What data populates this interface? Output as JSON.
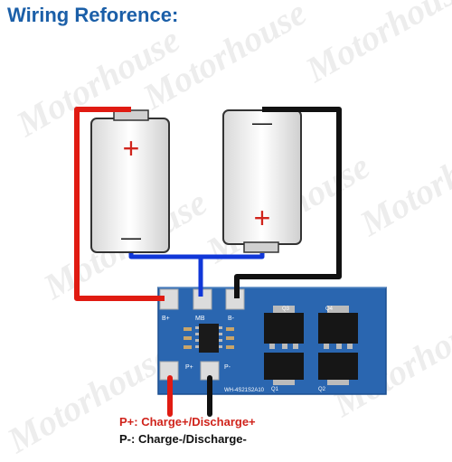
{
  "title": "Wiring Reforence:",
  "watermark": "Motorhouse",
  "battery_labels": {
    "plus_symbol": "+",
    "minus_symbol": "—"
  },
  "board": {
    "pads": {
      "b_plus": "B+",
      "b_mid": "MB",
      "b_minus": "B-",
      "p_plus": "P+",
      "p_minus": "P-"
    },
    "model_text": "WH-4S21S2A10",
    "mosfet_labels": [
      "Q3",
      "Q4",
      "Q1",
      "Q2"
    ]
  },
  "legend": {
    "p_plus": "P+: Charge+/Discharge+",
    "p_minus": "P-: Charge-/Discharge-"
  },
  "colors": {
    "title": "#1b5fa8",
    "wire_red": "#e01b12",
    "wire_black": "#111111",
    "wire_blue": "#1037d8",
    "board": "#2a66b0"
  }
}
